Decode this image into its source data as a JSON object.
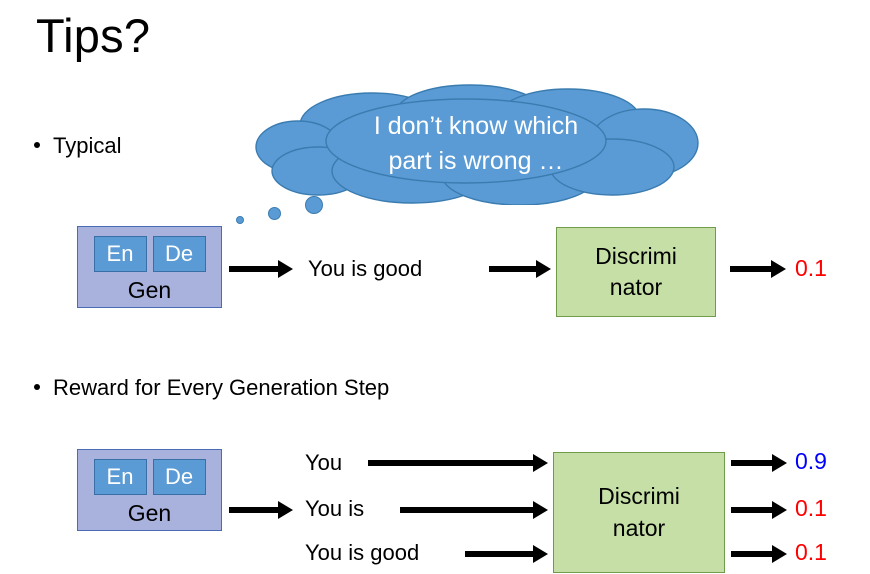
{
  "slide": {
    "title": "Tips?",
    "background_color": "#ffffff"
  },
  "colors": {
    "cloud_blue": "#5b9bd5",
    "cloud_border": "#3a7cb0",
    "gen_box_fill": "#a8b2dd",
    "gen_box_border": "#4a6bb5",
    "gen_sub_fill": "#5b9bd5",
    "discriminator_fill": "#c5dfa6",
    "discriminator_border": "#6f9c4b",
    "score_low": "#ff0000",
    "score_high": "#0000ff",
    "text": "#000000"
  },
  "thought_cloud": {
    "name": "thought-bubble",
    "lines": [
      "I don’t know which",
      "part is wrong …"
    ],
    "dot_count": 3
  },
  "sections": [
    {
      "id": "typical",
      "bullet": "Typical",
      "generator": {
        "label": "Gen",
        "sub_blocks": [
          "En",
          "De"
        ]
      },
      "discriminator": {
        "lines": [
          "Discrimi",
          "nator"
        ]
      },
      "sequences": [
        {
          "text": "You  is  good",
          "score": "0.1",
          "score_color": "#ff0000"
        }
      ]
    },
    {
      "id": "reward-every-step",
      "bullet": "Reward for Every Generation Step",
      "generator": {
        "label": "Gen",
        "sub_blocks": [
          "En",
          "De"
        ]
      },
      "discriminator": {
        "lines": [
          "Discrimi",
          "nator"
        ]
      },
      "sequences": [
        {
          "text": "You",
          "score": "0.9",
          "score_color": "#0000ff"
        },
        {
          "text": "You  is",
          "score": "0.1",
          "score_color": "#ff0000"
        },
        {
          "text": "You  is  good",
          "score": "0.1",
          "score_color": "#ff0000"
        }
      ]
    }
  ]
}
